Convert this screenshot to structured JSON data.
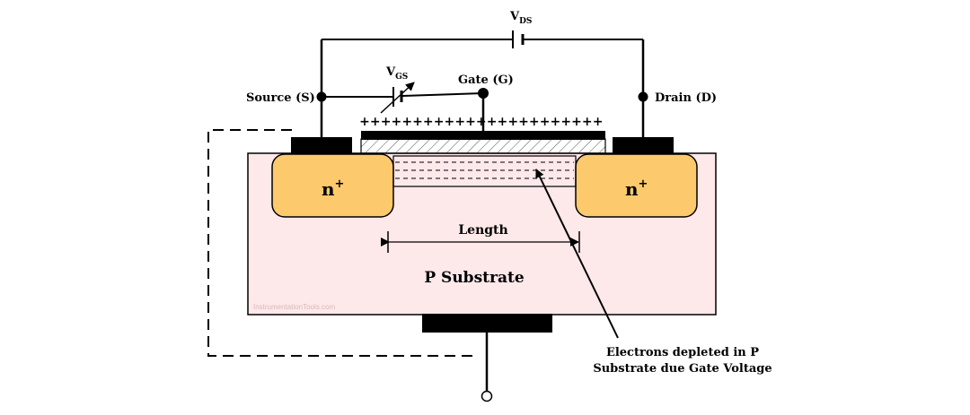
{
  "labels": {
    "vds": "V",
    "vds_sub": "DS",
    "vgs": "V",
    "vgs_sub": "GS",
    "gate": "Gate (G)",
    "source": "Source (S)",
    "drain": "Drain (D)",
    "n_left": "n",
    "n_right": "n",
    "n_sup": "+",
    "length": "Length",
    "substrate": "P Substrate",
    "watermark": "InstrumentationTools.com",
    "electrons_line1": "Electrons depleted in P",
    "electrons_line2": "Substrate due Gate Voltage",
    "charge_plus": "+"
  },
  "colors": {
    "substrate_fill": "#fde8ea",
    "n_region_fill": "#fcc96c",
    "wire": "#000000",
    "oxide_hatch": "#555555"
  }
}
